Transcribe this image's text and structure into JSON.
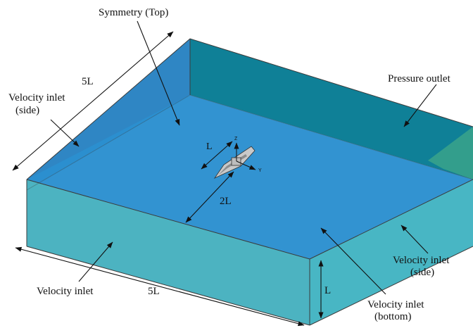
{
  "labels": {
    "symmetry_top": "Symmetry (Top)",
    "pressure_outlet": "Pressure outlet",
    "velocity_inlet_side_left_1": "Velocity inlet",
    "velocity_inlet_side_left_2": "(side)",
    "velocity_inlet_front": "Velocity inlet",
    "velocity_inlet_side_right_1": "Velocity inlet",
    "velocity_inlet_side_right_2": "(side)",
    "velocity_inlet_bottom_1": "Velocity inlet",
    "velocity_inlet_bottom_2": "(bottom)"
  },
  "dimensions": {
    "length_left": "5L",
    "length_front": "5L",
    "depth": "L",
    "ship_length": "L",
    "ship_offset": "2L"
  },
  "axes": {
    "z": "Z",
    "y": "Y"
  },
  "colors": {
    "top_face": "#2b8fd0",
    "back_face": "#0f8097",
    "left_face": "#2f86c4",
    "front_face": "#4cb3c1",
    "right_face": "#48b6c4",
    "right_corner": "#3aa38a",
    "ship": "#c9c9c9"
  }
}
